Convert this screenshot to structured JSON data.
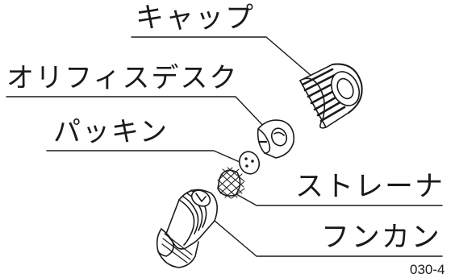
{
  "labels": {
    "cap": "キャップ",
    "orifice_disc": "オリフィスデスク",
    "packing": "パッキン",
    "strainer": "ストレーナ",
    "body": "フンカン"
  },
  "figure_code": "030-4",
  "parts": [
    {
      "name": "cap-part-drawing"
    },
    {
      "name": "orifice-disc-part-drawing"
    },
    {
      "name": "packing-part-drawing"
    },
    {
      "name": "strainer-part-drawing"
    },
    {
      "name": "nozzle-body-part-drawing"
    }
  ]
}
